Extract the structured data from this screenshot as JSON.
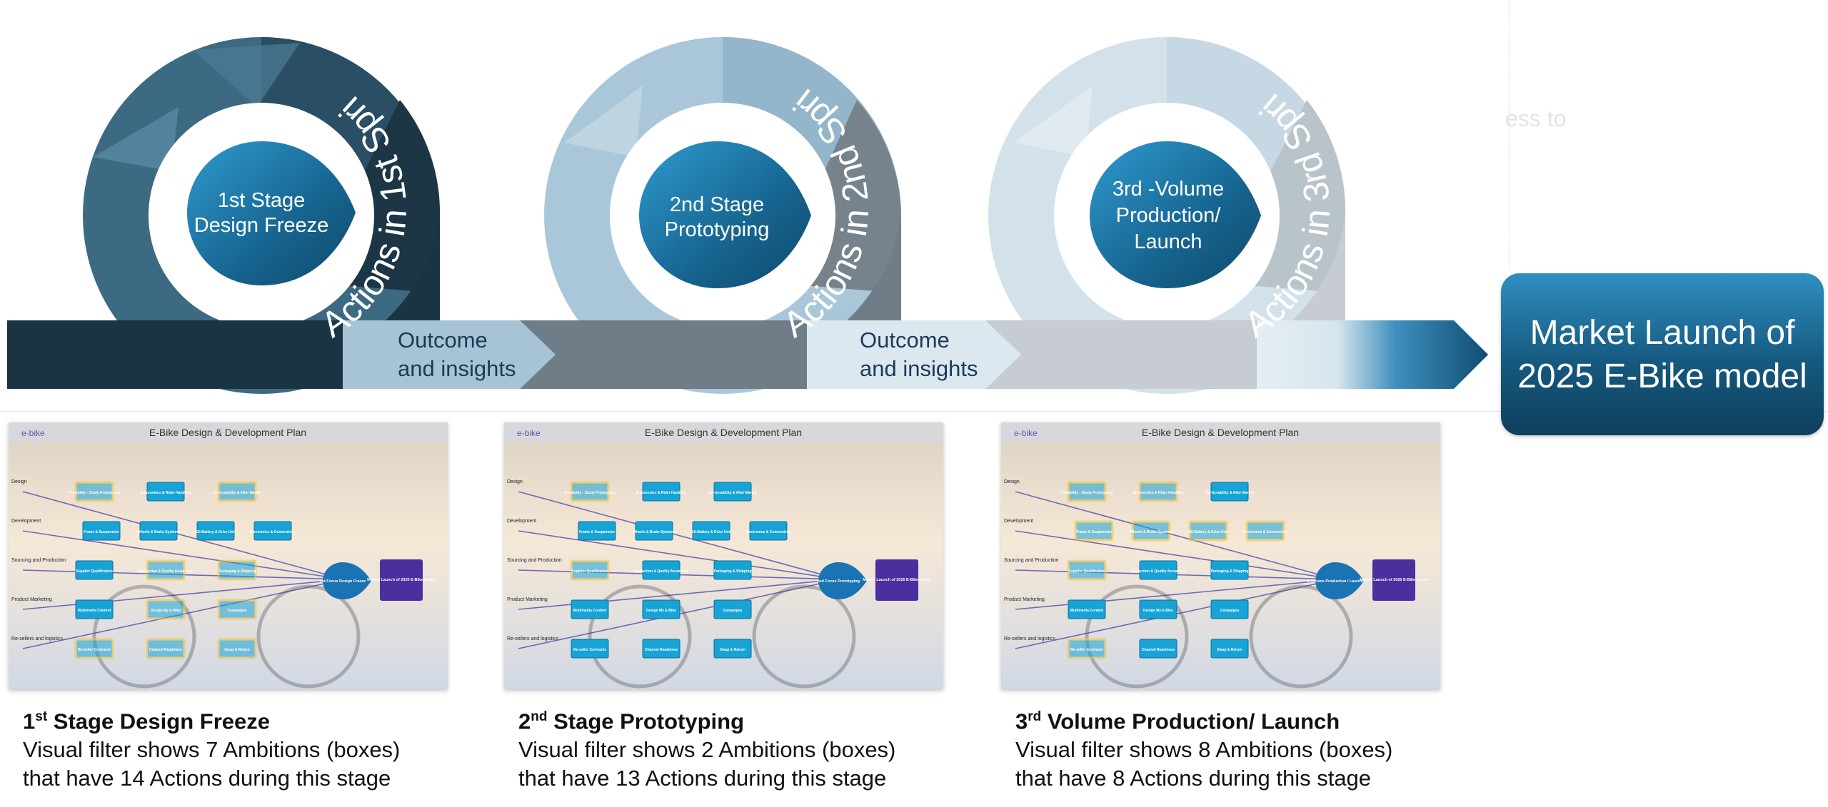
{
  "stages": [
    {
      "sprint_label": "Actions in 1st Sprint",
      "center_line1": "1st Stage",
      "center_line2": "Design Freeze",
      "outcome_line1": "Outcome",
      "outcome_line2": "and insights",
      "caption_title_num": "1",
      "caption_title_sup": "st",
      "caption_title_rest": " Stage Design Freeze",
      "caption_line1": "Visual filter shows 7 Ambitions (boxes)",
      "caption_line2": "that have 14 Actions during this stage",
      "focus_label": "1st Focus Design Freeze"
    },
    {
      "sprint_label": "Actions in 2nd Sprint",
      "center_line1": "2nd Stage",
      "center_line2": "Prototyping",
      "outcome_line1": "Outcome",
      "outcome_line2": "and insights",
      "caption_title_num": "2",
      "caption_title_sup": "nd",
      "caption_title_rest": " Stage Prototyping",
      "caption_line1": "Visual filter shows 2 Ambitions (boxes)",
      "caption_line2": "that have 13 Actions during this stage",
      "focus_label": "2nd Focus Prototyping"
    },
    {
      "sprint_label": "Actions in 3rd Sprint",
      "center_line1": "3rd -Volume",
      "center_line2": "Production/",
      "center_line3": "Launch",
      "caption_title_num": "3",
      "caption_title_sup": "rd",
      "caption_title_rest": " Volume Production/ Launch",
      "caption_line1": "Visual filter shows 8 Ambitions (boxes)",
      "caption_line2": "that have 8 Actions during this stage",
      "focus_label": "3-Volume Production / Launch"
    }
  ],
  "market_launch": "Market Launch of 2025 E-Bike model",
  "ghost_text": "ess to",
  "thumbnail": {
    "logo": "e-bike",
    "title": "E-Bike Design & Development Plan",
    "rows": [
      "Design",
      "Development",
      "Sourcing and Production",
      "Product Marketing",
      "Re-sellers and logistics"
    ],
    "boxes": [
      [
        "Feasibility - Study Prototyping",
        "Ergonomics & Rider Handling",
        "Serviceability & After Market"
      ],
      [
        "Frame & Suspension",
        "Wheels & Brake Systems",
        "Elt-Battery & Drive Unit",
        "Electronics & Connectivity"
      ],
      [
        "Supplier Qualification",
        "Production & Quality Assurance",
        "Packaging & Shipping"
      ],
      [
        "Multimedia Content",
        "Design My E-Bike",
        "Campaigns"
      ],
      [
        "Re-seller Contracts",
        "Channel Readiness",
        "Swap & Return"
      ]
    ],
    "market_box": "Market Launch of 2025 E-Bike model"
  },
  "highlights": [
    [
      [
        0,
        0
      ],
      [
        0,
        2
      ],
      [
        2,
        1
      ],
      [
        2,
        2
      ],
      [
        3,
        1
      ],
      [
        3,
        2
      ],
      [
        4,
        0
      ],
      [
        4,
        1
      ],
      [
        4,
        2
      ]
    ],
    [
      [
        0,
        0
      ],
      [
        2,
        0
      ]
    ],
    [
      [
        0,
        0
      ],
      [
        0,
        1
      ],
      [
        1,
        0
      ],
      [
        1,
        1
      ],
      [
        1,
        2
      ],
      [
        1,
        3
      ],
      [
        2,
        0
      ],
      [
        4,
        0
      ]
    ]
  ],
  "colors": {
    "dark_navy": "#1b3444",
    "gray": "#6f7d88",
    "light_blue": "#a6c4d6",
    "drop_blue": "#1f78a8",
    "highlight": "#f2c12e",
    "box_blue": "#17a3d6"
  }
}
